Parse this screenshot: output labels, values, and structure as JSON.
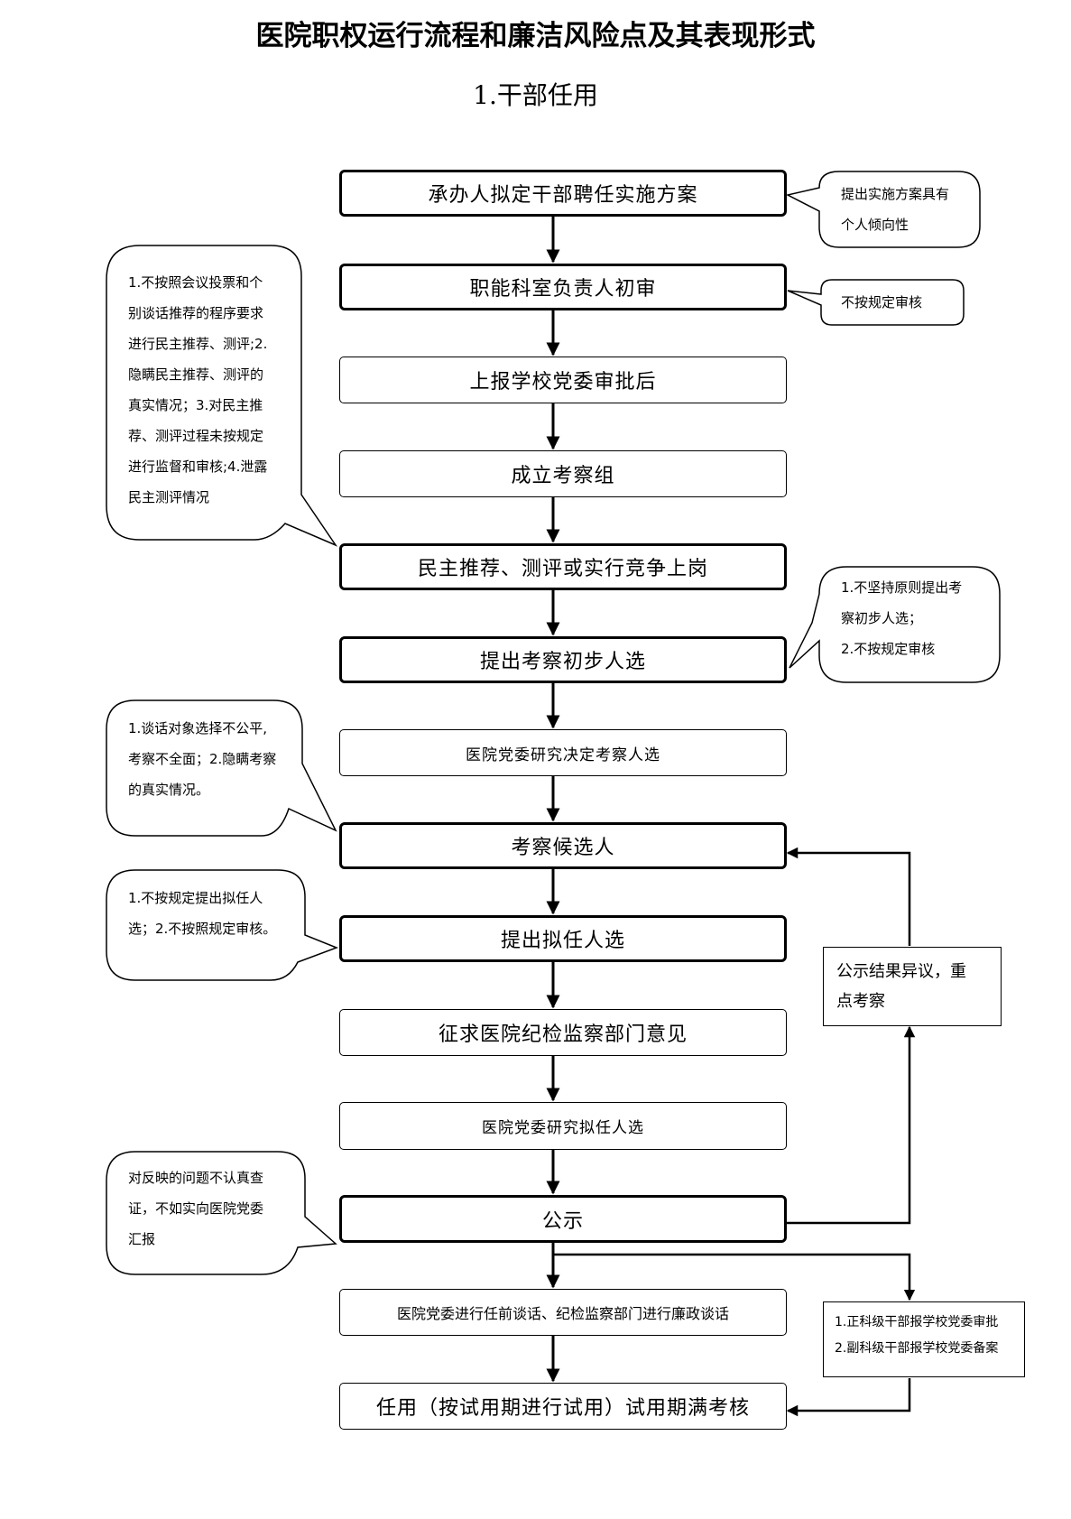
{
  "title": "医院职权运行流程和廉洁风险点及其表现形式",
  "subtitle": "1.干部任用",
  "flow": [
    "承办人拟定干部聘任实施方案",
    "职能科室负责人初审",
    "上报学校党委审批后",
    "成立考察组",
    "民主推荐、测评或实行竞争上岗",
    "提出考察初步人选",
    "医院党委研究决定考察人选",
    "考察候选人",
    "提出拟任人选",
    "征求医院纪检监察部门意见",
    "医院党委研究拟任人选",
    "公示",
    "医院党委进行任前谈话、纪检监察部门进行廉政谈话",
    "任用（按试用期进行试用）试用期满考核"
  ],
  "risks": {
    "r1": [
      "提出实施方案具有",
      "个人倾向性"
    ],
    "r2": [
      "不按规定审核"
    ],
    "r3": [
      "1.不按照会议投票和个",
      "别谈话推荐的程序要求",
      "进行民主推荐、测评;2.",
      "隐瞒民主推荐、测评的",
      "真实情况；3.对民主推",
      "荐、测评过程未按规定",
      "进行监督和审核;4.泄露",
      "民主测评情况"
    ],
    "r4": [
      "1.不坚持原则提出考",
      "察初步人选；",
      "2.不按规定审核"
    ],
    "r5": [
      "1.谈话对象选择不公平,",
      "考察不全面；2.隐瞒考察",
      "的真实情况。"
    ],
    "r6": [
      "1.不按规定提出拟任人",
      "选；2.不按照规定审核。"
    ],
    "r7": [
      "对反映的问题不认真查",
      "证，不如实向医院党委",
      "汇报"
    ]
  },
  "side": {
    "objection": [
      "公示结果异议，重",
      "点考察"
    ],
    "report": [
      "1.正科级干部报学校党委审批",
      "2.副科级干部报学校党委备案"
    ]
  }
}
